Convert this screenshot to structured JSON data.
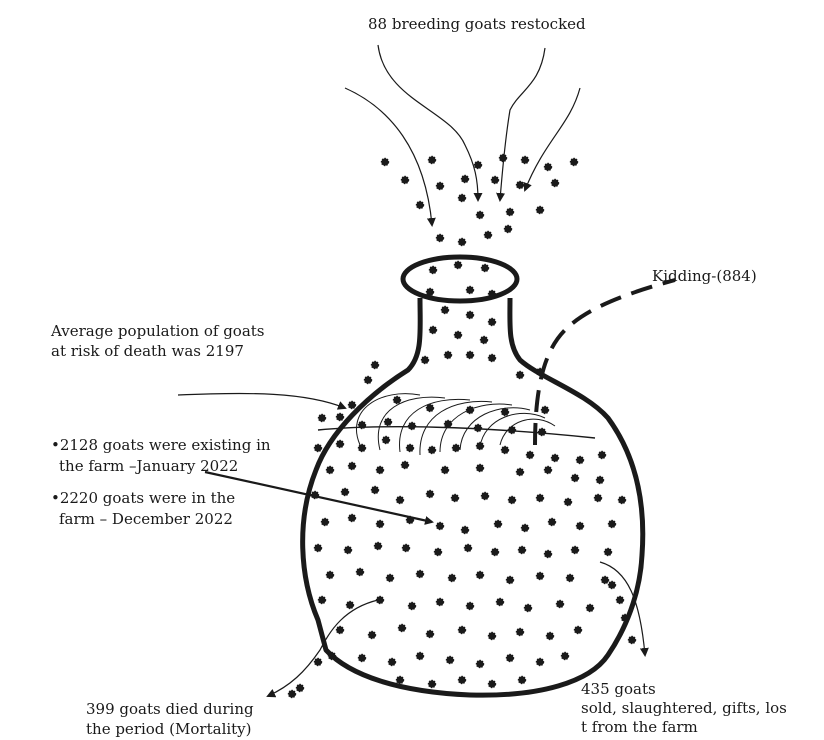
{
  "labels": {
    "restocked": "88 breeding goats restocked",
    "kidding": "Kidding-(884)",
    "avg_population_line1": "Average population of goats",
    "avg_population_line2": "at risk of death was 2197",
    "existing_jan_line1": "•2128 goats were existing in",
    "existing_jan_line2": "the farm –January 2022",
    "dec_line1": "•2220 goats were in the",
    "dec_line2": "farm – December 2022",
    "mortality_line1": "399 goats died during",
    "mortality_line2": "the period (Mortality)",
    "offtake_line1": "435 goats",
    "offtake_line2": "sold, slaughtered, gifts, los",
    "offtake_line3": "t from the farm"
  },
  "colors": {
    "ink": "#1a1a1a",
    "background": "#ffffff"
  }
}
